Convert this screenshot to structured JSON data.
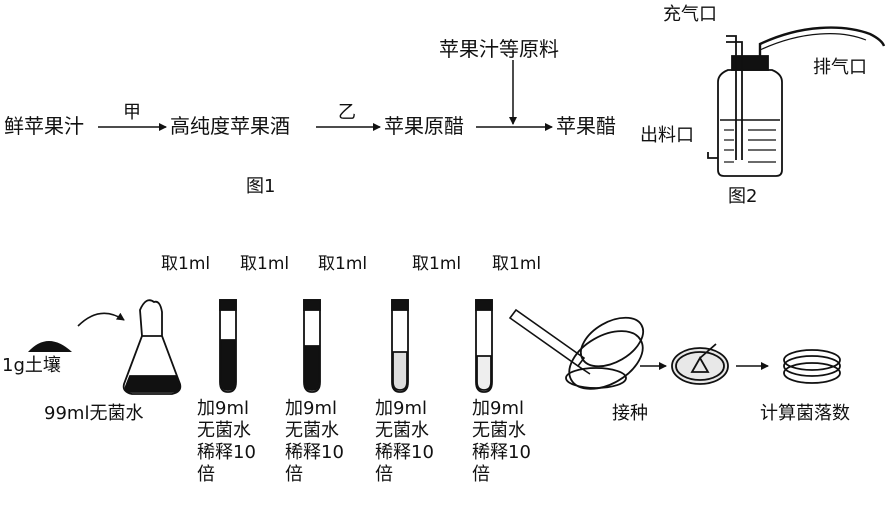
{
  "figure1": {
    "nodes": [
      "鲜苹果汁",
      "高纯度苹果酒",
      "苹果原醋",
      "苹果醋"
    ],
    "edge_labels": [
      "甲",
      "乙"
    ],
    "input_label": "苹果汁等原料",
    "caption": "图1"
  },
  "figure2": {
    "labels": {
      "inflate": "充气口",
      "exhaust": "排气口",
      "outlet": "出料口"
    },
    "caption": "图2"
  },
  "figure3": {
    "take_labels": [
      "取1ml",
      "取1ml",
      "取1ml",
      "取1ml",
      "取1ml"
    ],
    "soil_label": "1g土壤",
    "flask_label": "99ml无菌水",
    "tube_labels": [
      [
        "加9ml",
        "无菌水",
        "稀释10",
        "倍"
      ],
      [
        "加9ml",
        "无菌水",
        "稀释10",
        "倍"
      ],
      [
        "加9ml",
        "无菌水",
        "稀释10",
        "倍"
      ],
      [
        "加9ml",
        "无菌水",
        "稀释10",
        "倍"
      ]
    ],
    "inoculate_label": "接种",
    "count_label": "计算菌落数"
  }
}
